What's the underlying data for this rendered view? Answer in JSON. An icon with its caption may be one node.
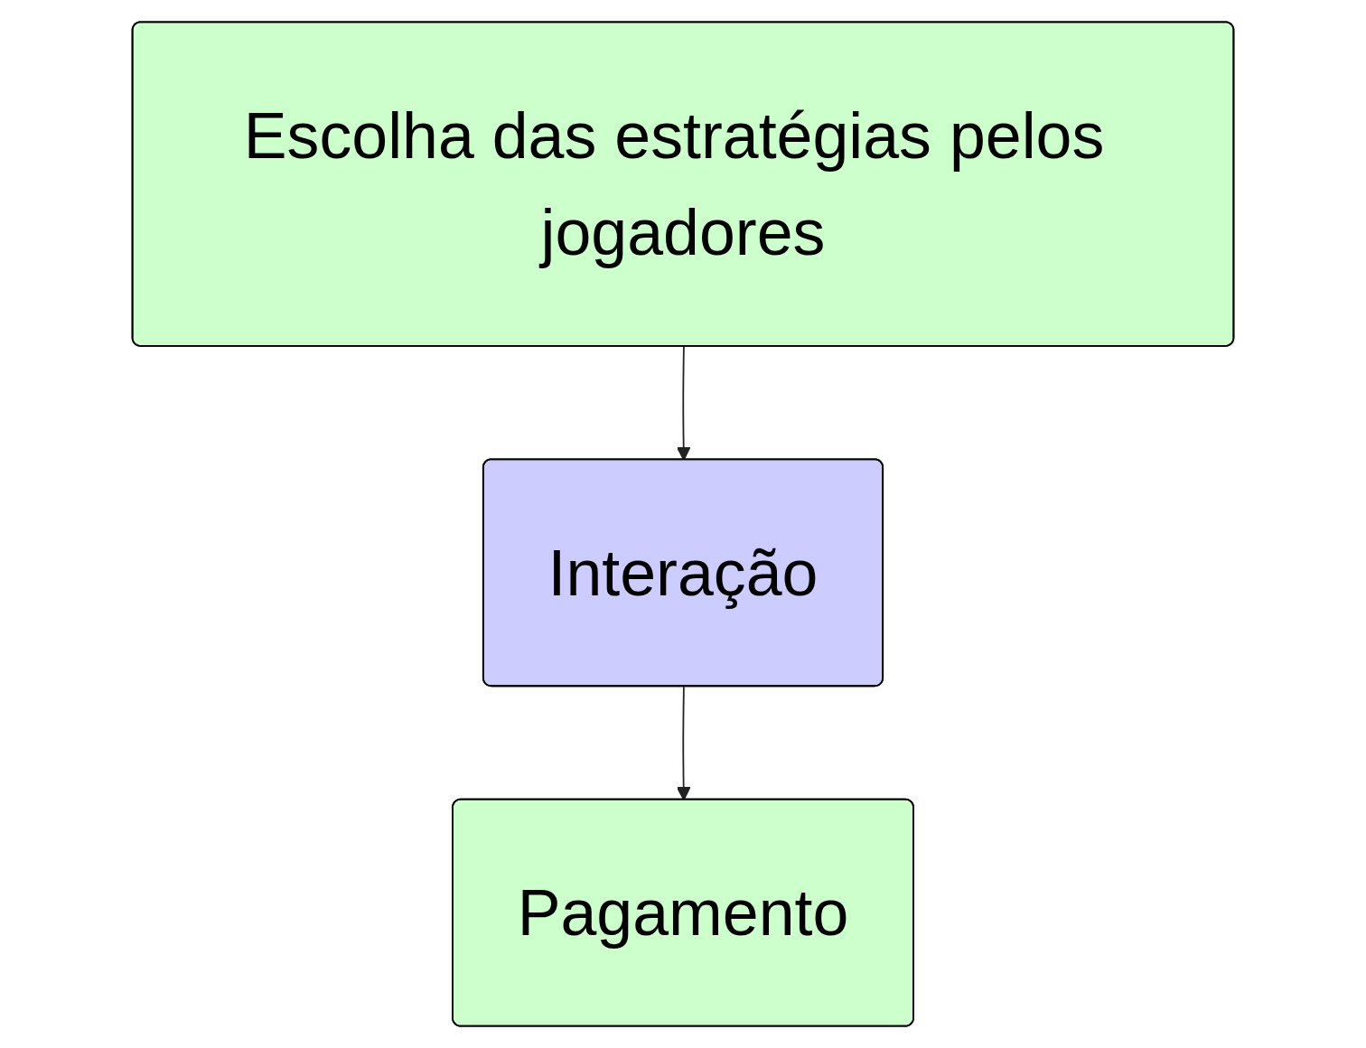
{
  "diagram": {
    "nodes": [
      {
        "text": [
          "Escolha das estratégias pelos jogadores"
        ]
      },
      {
        "text": [
          "Interação"
        ]
      },
      {
        "text": [
          "Pagamento"
        ]
      }
    ],
    "edges": [
      {
        "from": 0,
        "to": 1,
        "arrow": "to"
      },
      {
        "from": 1,
        "to": 2,
        "arrow": "to"
      }
    ]
  }
}
